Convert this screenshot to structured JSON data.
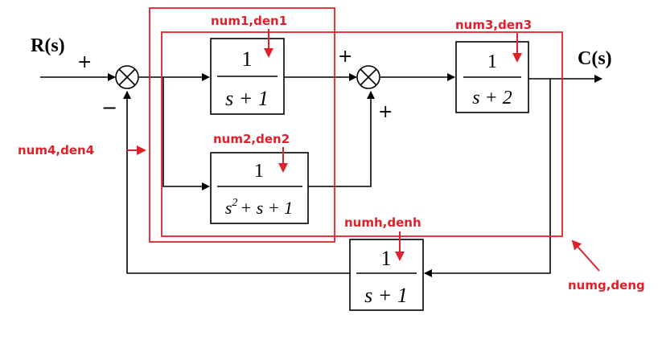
{
  "signals": {
    "input": "R(s)",
    "output": "C(s)"
  },
  "signs": {
    "sum1_top": "+",
    "sum1_bottom": "−",
    "sum2_top": "+",
    "sum2_bottom": "+"
  },
  "blocks": {
    "g1": {
      "numerator": "1",
      "denominator": "s + 1"
    },
    "g2": {
      "numerator": "1",
      "denominator_base": "s",
      "denominator_exp": "2",
      "denominator_rest": "+ s + 1"
    },
    "g3": {
      "numerator": "1",
      "denominator": "s + 2"
    },
    "h": {
      "numerator": "1",
      "denominator": "s + 1"
    }
  },
  "annotations": {
    "num1": "num1,den1",
    "num2": "num2,den2",
    "num3": "num3,den3",
    "num4": "num4,den4",
    "numh": "numh,denh",
    "numg": "numg,deng"
  },
  "colors": {
    "annotation": "#e0202a",
    "diagram": "#000000"
  }
}
